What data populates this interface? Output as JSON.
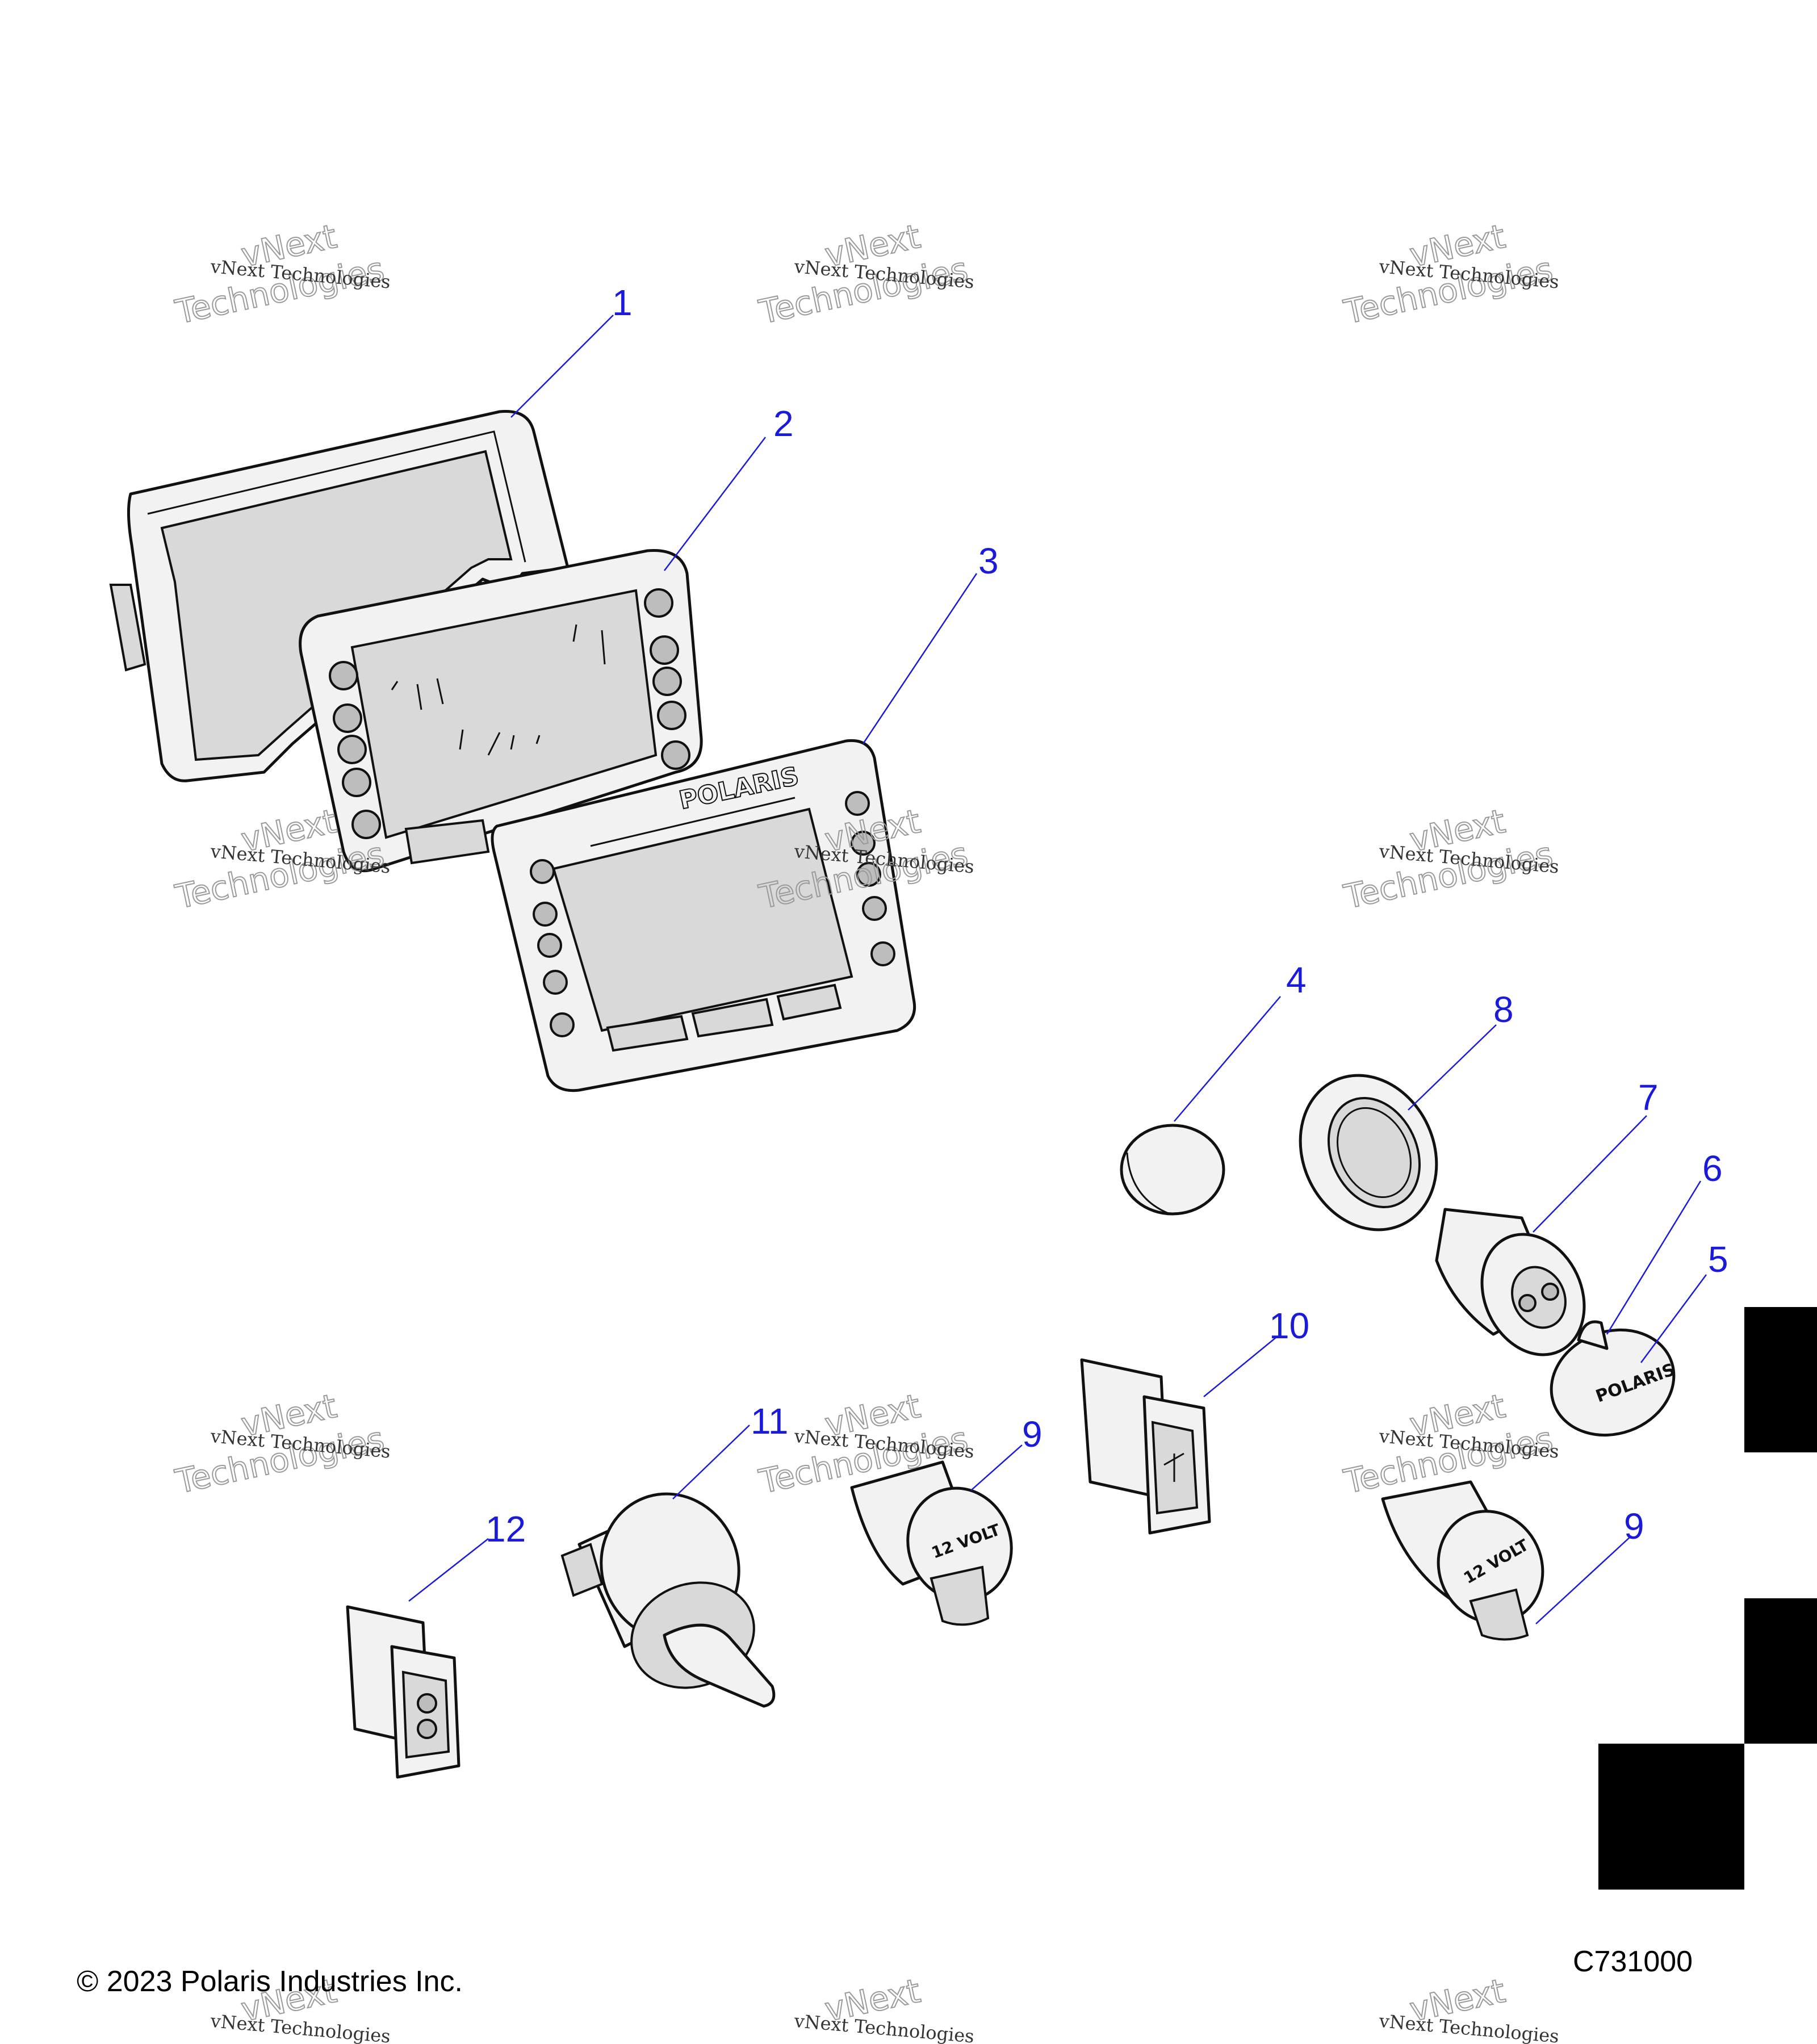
{
  "callouts": [
    "1",
    "2",
    "3",
    "4",
    "8",
    "7",
    "6",
    "5",
    "10",
    "11",
    "9",
    "12",
    "9"
  ],
  "watermark": {
    "line1": "vNext Technologies",
    "line2": "vNext",
    "line3": "Technologies"
  },
  "brand_text": "POLARIS",
  "socket_label": "12 VOLT",
  "copyright": "© 2023 Polaris Industries Inc.",
  "figure_id": "C731000",
  "colors": {
    "callout": "#1a1adb",
    "tab": "#000000"
  }
}
